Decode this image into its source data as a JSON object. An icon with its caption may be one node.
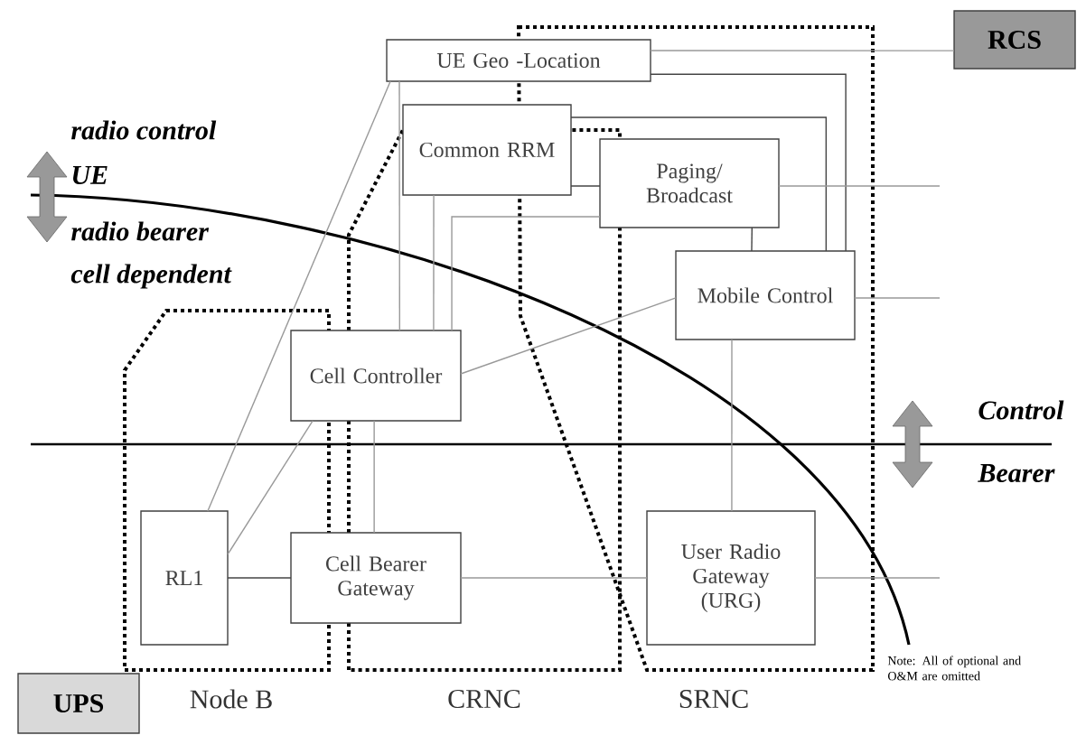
{
  "diagram": {
    "nodes": [
      {
        "text": [
          "UE Geo -Location"
        ]
      },
      {
        "text": [
          "Common RRM"
        ]
      },
      {
        "text": [
          "Paging/ Broadcast"
        ]
      },
      {
        "text": [
          "Mobile Control"
        ]
      },
      {
        "text": [
          "Cell Controller"
        ]
      },
      {
        "text": [
          "RL1"
        ]
      },
      {
        "text": [
          "Cell Bearer Gateway"
        ]
      },
      {
        "text": [
          "User Radio Gateway (URG)"
        ]
      },
      {
        "text": [
          "RCS"
        ]
      },
      {
        "text": [
          "UPS"
        ]
      }
    ],
    "edges": [
      {
        "from": 0,
        "to": 8,
        "arrow": "none"
      },
      {
        "from": 0,
        "to": 3,
        "arrow": "none",
        "color": "#444444"
      },
      {
        "from": 0,
        "to": 4,
        "arrow": "none"
      },
      {
        "from": 0,
        "to": 5,
        "arrow": "none"
      },
      {
        "from": 1,
        "to": 2,
        "arrow": "none",
        "color": "#444444"
      },
      {
        "from": 1,
        "to": 3,
        "arrow": "none",
        "color": "#444444"
      },
      {
        "from": 1,
        "to": 4,
        "arrow": "none"
      },
      {
        "from": 2,
        "to": null,
        "arrow": "none"
      },
      {
        "from": 2,
        "to": 3,
        "arrow": "none",
        "color": "#444444"
      },
      {
        "from": 4,
        "to": 2,
        "arrow": "none"
      },
      {
        "from": 3,
        "to": null,
        "arrow": "none"
      },
      {
        "from": 4,
        "to": 3,
        "arrow": "none"
      },
      {
        "from": 4,
        "to": 5,
        "arrow": "none"
      },
      {
        "from": 4,
        "to": 6,
        "arrow": "none"
      },
      {
        "from": 5,
        "to": 6,
        "arrow": "none",
        "color": "#444444"
      },
      {
        "from": 6,
        "to": 7,
        "arrow": "none"
      },
      {
        "from": 7,
        "to": null,
        "arrow": "none"
      },
      {
        "from": 3,
        "to": 7,
        "arrow": "none"
      }
    ],
    "labels": [
      "radio control",
      "UE",
      "radio bearer",
      "cell dependent",
      "Control",
      "Bearer",
      "Note: All of optional and O&M are omitted",
      "Node B",
      "CRNC",
      "SRNC"
    ]
  }
}
